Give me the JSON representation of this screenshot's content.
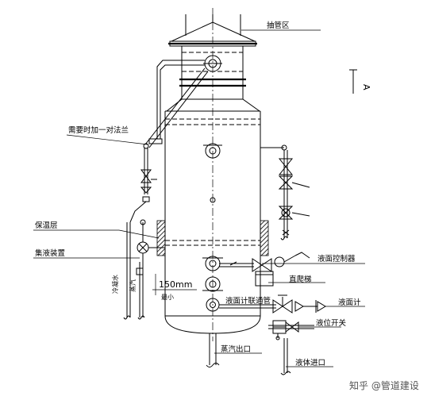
{
  "labels": {
    "pipe_zone": "抽管区",
    "flange": "需要时加一对法兰",
    "insulation": "保温层",
    "collector": "集液装置",
    "level_controller": "液面控制器",
    "ladder": "直爬梯",
    "level_gauge_pipe": "液面计联通管",
    "level_gauge": "液面计",
    "level_switch": "液位开关",
    "vapor_outlet": "蒸汽出口",
    "liquid_inlet": "液体进口",
    "dimension": "150mm",
    "dimension_note": "最小",
    "section_mark": "A",
    "drain_left": "冷凝水",
    "drain_right": "蒸汽"
  },
  "watermark": "知乎 @管道建设"
}
